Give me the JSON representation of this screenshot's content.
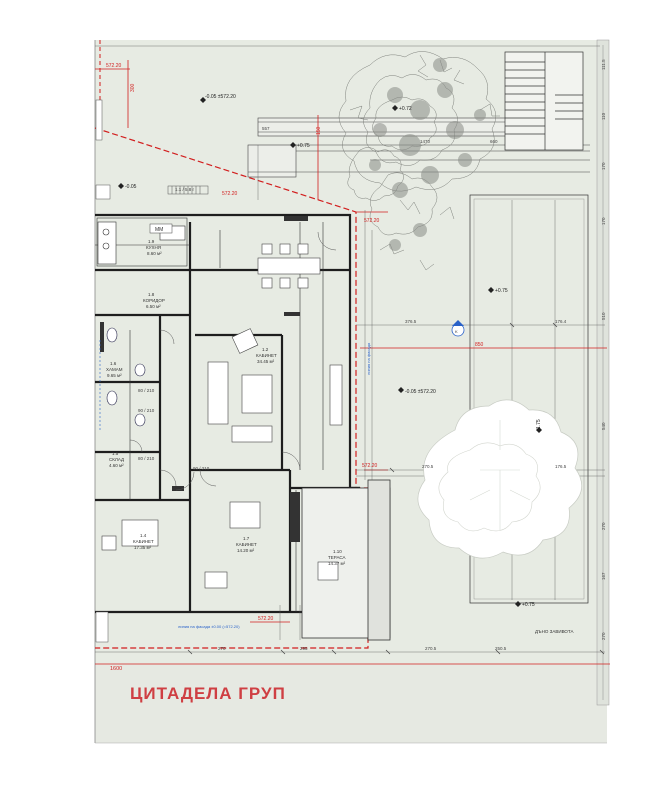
{
  "watermark": "ЦИТАДЕЛА ГРУП",
  "colors": {
    "plot_fill": "#e7ebe3",
    "wall": "#1e1e1e",
    "boundary": "#d21e1e",
    "dimension": "#555555",
    "vegetation": "#7d807b",
    "tree_white": "#ffffff",
    "blue_annotation": "#2a62c9",
    "watermark": "#cf3f43"
  },
  "levels": {
    "top_garden": "-0.05 ±572.20",
    "mid_garden": "-0.05 ±572.20",
    "plus_075_a": "+0.75",
    "plus_075_b": "+0.75",
    "plus_075_c": "+0.75",
    "minus_005": "-0.05",
    "plus_072": "+0.72",
    "plus_175": "+1.75"
  },
  "red_labels": {
    "a": "572.20",
    "b": "572.20",
    "c": "572.20",
    "d": "572.20",
    "e": "572.20",
    "f": "1600",
    "g": "300",
    "h": "850",
    "i": "150"
  },
  "rooms": [
    {
      "num": "1.9",
      "name": "КУХНЯ",
      "area": "8.60 м²"
    },
    {
      "num": "1.8",
      "name": "КОРИДОР",
      "area": "6.50 м²"
    },
    {
      "num": "1.6",
      "name": "ХАМАМ",
      "area": "9.65 м²"
    },
    {
      "num": "1.2",
      "name": "КАБИНЕТ",
      "area": "34.45 м²"
    },
    {
      "num": "1.5",
      "name": "СКЛАД",
      "area": "4.60 м²"
    },
    {
      "num": "1.4",
      "name": "КАБИНЕТ",
      "area": "17.35 м²"
    },
    {
      "num": "1.7",
      "name": "КАБИНЕТ",
      "area": "14.20 м²"
    },
    {
      "num": "1.10",
      "name": "ТЕРАСА",
      "area": "14.37 м²"
    }
  ],
  "labels": {
    "mm": "MM",
    "dno_zavivota": "ДЪНО ЗАВИВОТА",
    "dim_bottom_a": "270",
    "dim_bottom_b": "295",
    "dim_bottom_c": "270.5",
    "dim_bottom_d": "250.5",
    "dim_mid_a": "376.5",
    "dim_mid_b": "176.4",
    "dim_mid_c": "270.5",
    "dim_mid_d": "176.5",
    "dim_top_a": "557",
    "dim_top_b": "1470",
    "dim_top_c": "660",
    "door_a": "80 / 210",
    "door_b": "90 / 210",
    "door_c": "80 / 210",
    "door_d": "90 / 210",
    "stair_label": "1.1 / 5.8 г",
    "k": "K",
    "blue_note_a": "линия на фасада",
    "blue_note_b": "линия на фасада ±0.00 (=572.20)"
  }
}
